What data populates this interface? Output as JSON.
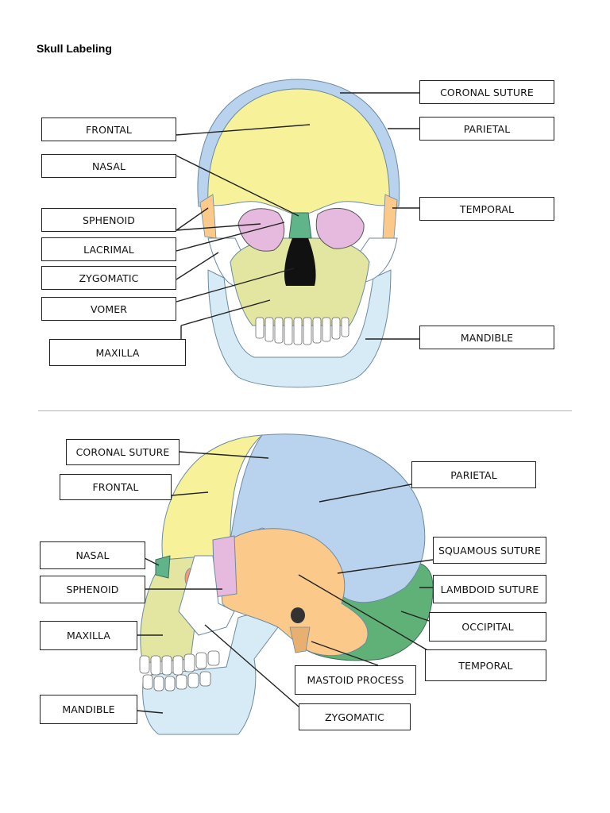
{
  "title": "Skull Labeling",
  "colors": {
    "frontal": "#f7f29a",
    "parietal": "#b9d3ee",
    "temporal": "#fbc98a",
    "sphenoid": "#e6b9de",
    "occipital": "#5fb177",
    "nasal": "#5fb48a",
    "zygomatic": "#ffffff",
    "maxilla": "#e3e6a0",
    "mandible": "#d7ebf7",
    "vomer": "#111111"
  },
  "front_view": {
    "labels": {
      "coronal_suture": "CORONAL SUTURE",
      "frontal": "FRONTAL",
      "parietal": "PARIETAL",
      "nasal": "NASAL",
      "sphenoid": "SPHENOID",
      "temporal": "TEMPORAL",
      "lacrimal": "LACRIMAL",
      "zygomatic": "ZYGOMATIC",
      "vomer": "VOMER",
      "maxilla": "MAXILLA",
      "mandible": "MANDIBLE"
    }
  },
  "side_view": {
    "labels": {
      "coronal_suture": "CORONAL SUTURE",
      "frontal": "FRONTAL",
      "parietal": "PARIETAL",
      "nasal": "NASAL",
      "squamous_suture": "SQUAMOUS SUTURE",
      "sphenoid": "SPHENOID",
      "lambdoid_suture": "LAMBDOID SUTURE",
      "maxilla": "MAXILLA",
      "occipital": "OCCIPITAL",
      "temporal": "TEMPORAL",
      "mastoid_process": "MASTOID PROCESS",
      "mandible": "MANDIBLE",
      "zygomatic": "ZYGOMATIC"
    }
  }
}
